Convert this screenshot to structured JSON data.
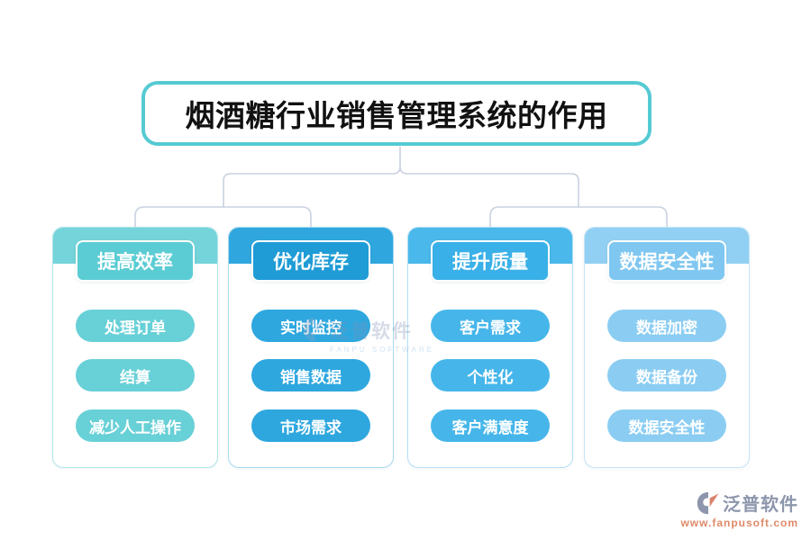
{
  "title": "烟酒糖行业销售管理系统的作用",
  "colors": {
    "title_border": "#55cad3",
    "connector": "#c9d2e0",
    "title_text": "#111111"
  },
  "columns": [
    {
      "header": "提高效率",
      "items": [
        "处理订单",
        "结算",
        "减少人工操作"
      ],
      "colors": {
        "band": "#74d4da",
        "header_bg": "#5bccd4",
        "pill": "#68d0d7",
        "border": "#afe4e8"
      }
    },
    {
      "header": "优化库存",
      "items": [
        "实时监控",
        "销售数据",
        "市场需求"
      ],
      "colors": {
        "band": "#2fa7de",
        "header_bg": "#1f9cd6",
        "pill": "#2ea7df",
        "border": "#a9d9f0"
      }
    },
    {
      "header": "提升质量",
      "items": [
        "客户需求",
        "个性化",
        "客户满意度"
      ],
      "colors": {
        "band": "#4ab8ea",
        "header_bg": "#39b0e7",
        "pill": "#46b6ea",
        "border": "#b5dff6"
      }
    },
    {
      "header": "数据安全性",
      "items": [
        "数据加密",
        "数据备份",
        "数据安全性"
      ],
      "colors": {
        "band": "#92d0f3",
        "header_bg": "#7fc7f0",
        "pill": "#8bcdf2",
        "border": "#c4e4f8"
      }
    }
  ],
  "watermark_center": {
    "brand": "泛普软件",
    "caption": "FANPU SOFTWARE"
  },
  "brand_footer": {
    "name": "泛普软件",
    "url": "www.fanpusoft.com"
  }
}
